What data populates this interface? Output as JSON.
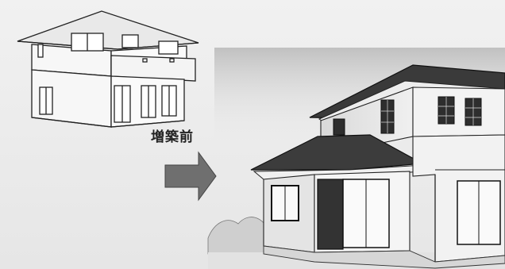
{
  "caption": {
    "label": "増築前"
  },
  "illustrations": [
    {
      "name": "house-before",
      "kind": "line-drawing"
    },
    {
      "name": "house-after",
      "kind": "shaded-drawing"
    }
  ],
  "arrow": {
    "direction": "right",
    "color": "#6f6f6f"
  }
}
